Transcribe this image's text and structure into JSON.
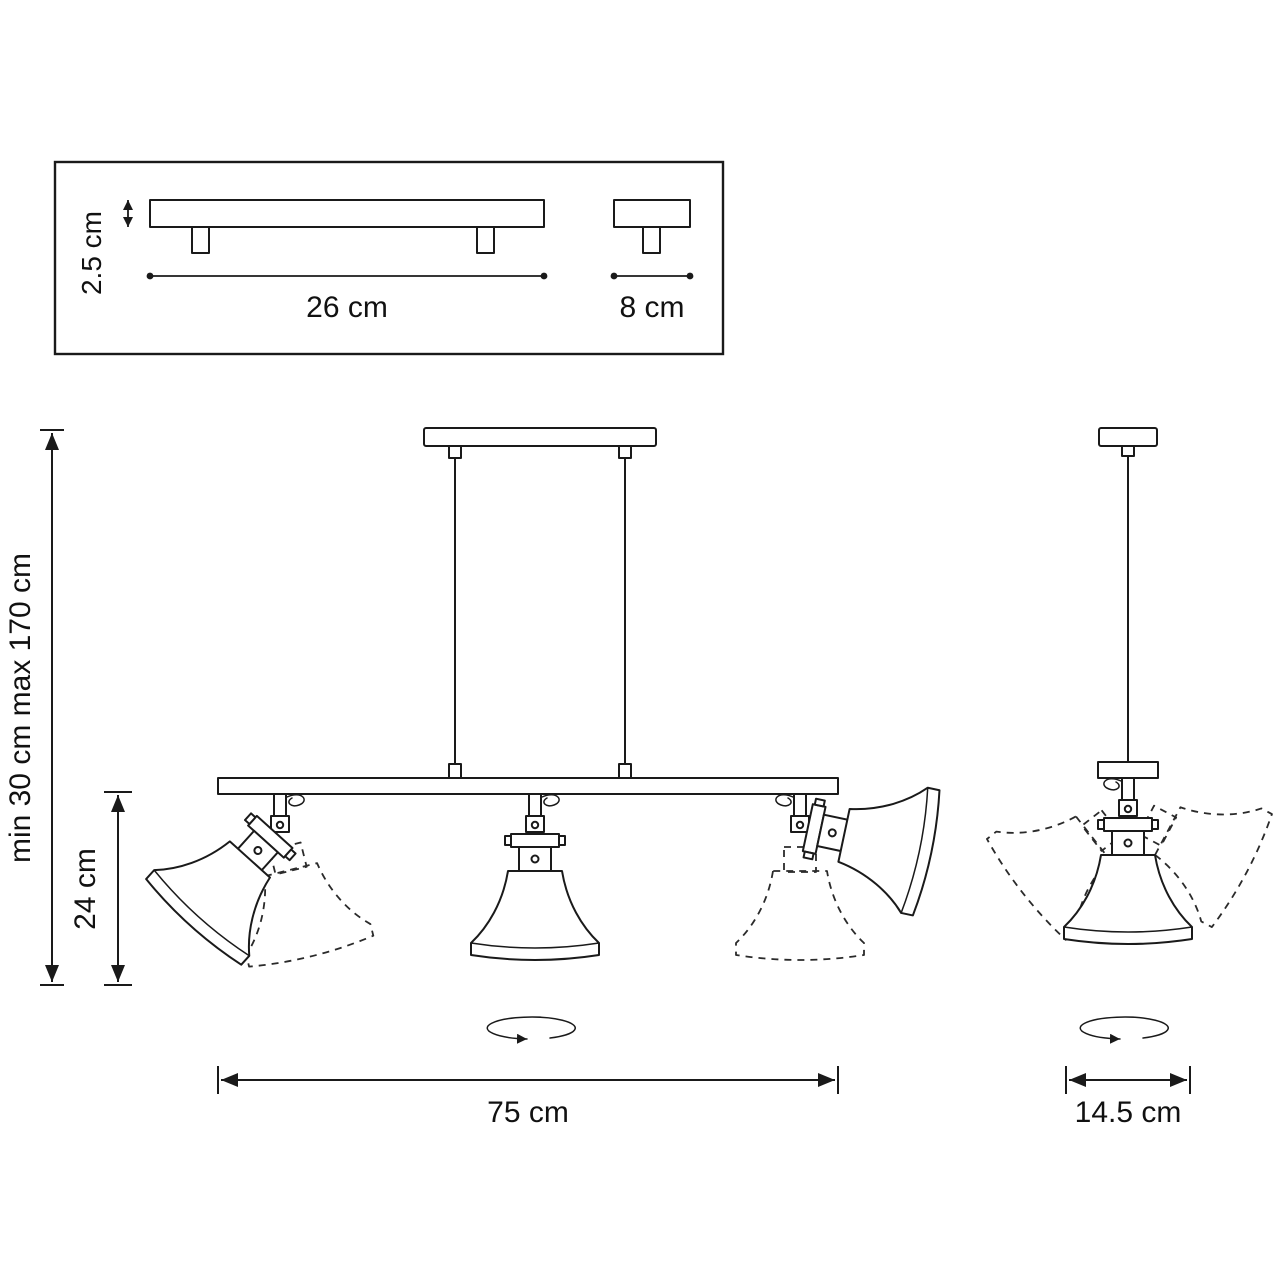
{
  "diagram": {
    "title": "pendant-spotlight-dimension-drawing",
    "colors": {
      "line": "#1a1a1a",
      "background": "#ffffff"
    },
    "mount_box": {
      "height_label": "2.5 cm",
      "bar_length_label": "26 cm",
      "plate_length_label": "8 cm"
    },
    "pendant": {
      "height_range_label": "min 30 cm max 170 cm",
      "head_height_label": "24 cm",
      "bar_width_label": "75 cm"
    },
    "single_pendant": {
      "shade_width_label": "14.5 cm"
    }
  }
}
